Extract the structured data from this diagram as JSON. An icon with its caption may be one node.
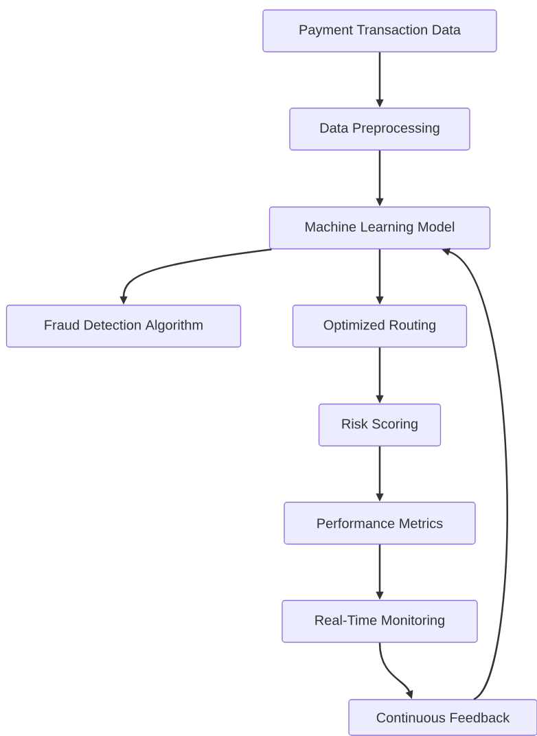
{
  "diagram": {
    "nodes": [
      {
        "text": [
          "Payment Transaction Data"
        ]
      },
      {
        "text": [
          "Data Preprocessing"
        ]
      },
      {
        "text": [
          "Machine Learning Model"
        ]
      },
      {
        "text": [
          "Fraud Detection Algorithm"
        ]
      },
      {
        "text": [
          "Optimized Routing"
        ]
      },
      {
        "text": [
          "Risk Scoring"
        ]
      },
      {
        "text": [
          "Performance Metrics"
        ]
      },
      {
        "text": [
          "Real-Time Monitoring"
        ]
      },
      {
        "text": [
          "Continuous Feedback"
        ]
      }
    ],
    "edges": [
      {
        "from": 0,
        "to": 1,
        "arrow": "to"
      },
      {
        "from": 1,
        "to": 2,
        "arrow": "to"
      },
      {
        "from": 2,
        "to": 3,
        "arrow": "to"
      },
      {
        "from": 2,
        "to": 4,
        "arrow": "to"
      },
      {
        "from": 4,
        "to": 5,
        "arrow": "to"
      },
      {
        "from": 5,
        "to": 6,
        "arrow": "to"
      },
      {
        "from": 6,
        "to": 7,
        "arrow": "to"
      },
      {
        "from": 7,
        "to": 8,
        "arrow": "to"
      },
      {
        "from": 8,
        "to": 2,
        "arrow": "to"
      }
    ]
  }
}
